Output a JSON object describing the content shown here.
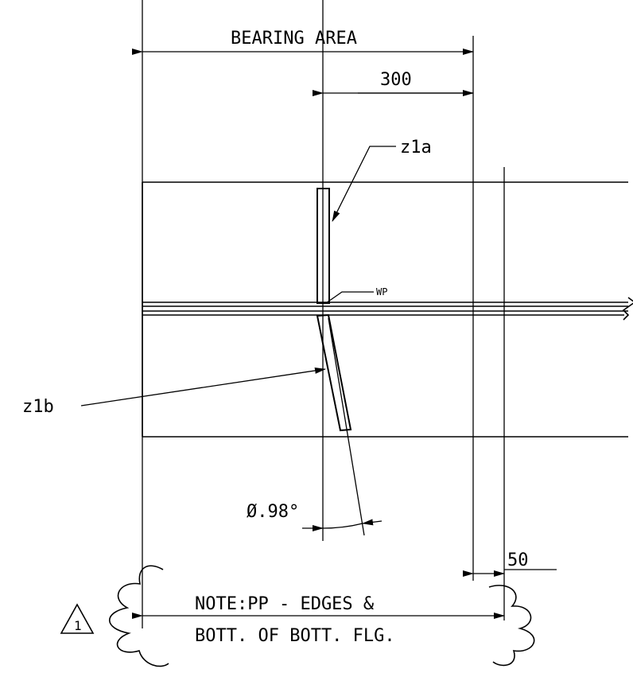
{
  "labels": {
    "bearing_area": "BEARING AREA",
    "dim_300": "300",
    "dim_50": "50",
    "angle": "Ø.98°",
    "z1a": "z1a",
    "z1b": "z1b",
    "wp": "WP",
    "revision": "1"
  },
  "note": {
    "line1": "NOTE:PP - EDGES &",
    "line2": "BOTT. OF BOTT. FLG."
  }
}
